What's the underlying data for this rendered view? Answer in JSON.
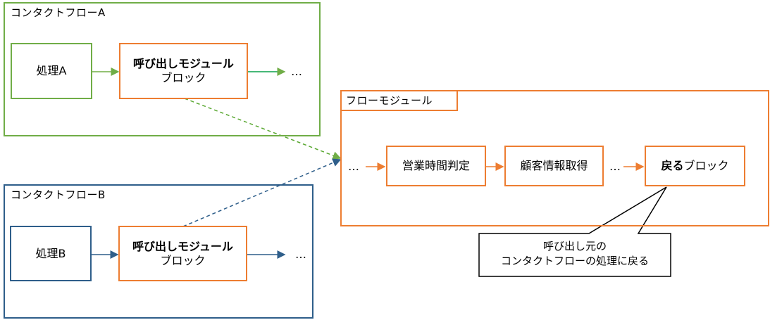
{
  "flow_a": {
    "title": "コンタクトフローA",
    "process_label": "処理A",
    "invoke_block_bold": "呼び出しモジュール",
    "invoke_block_sub": "ブロック",
    "continuation": "…"
  },
  "flow_b": {
    "title": "コンタクトフローB",
    "process_label": "処理B",
    "invoke_block_bold": "呼び出しモジュール",
    "invoke_block_sub": "ブロック",
    "continuation": "…"
  },
  "module": {
    "title": "フローモジュール",
    "entry": "…",
    "step1": "営業時間判定",
    "step2": "顧客情報取得",
    "between": "…",
    "return_block_bold": "戻る",
    "return_block_rest": "ブロック"
  },
  "callout": {
    "line1": "呼び出し元の",
    "line2": "コンタクトフローの処理に戻る"
  },
  "colors": {
    "green": "#70ad47",
    "blue": "#2e5e8a",
    "orange": "#ed7d31"
  }
}
